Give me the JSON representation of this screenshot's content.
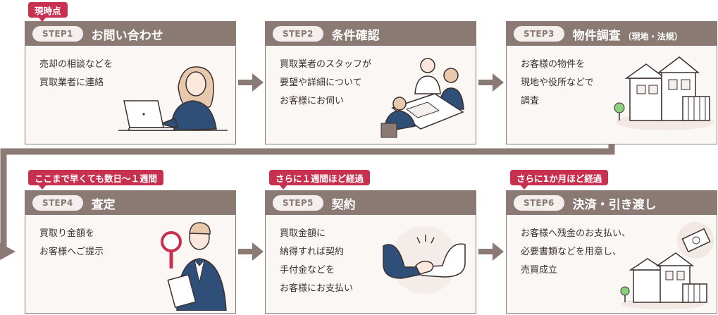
{
  "badges": {
    "current": "現時点",
    "step4": "ここまで早くても数日〜１週間",
    "step5": "さらに１週間ほど経過",
    "step6": "さらに1か月ほど経過"
  },
  "steps": [
    {
      "label": "STEP1",
      "title": "お問い合わせ",
      "subtitle": "",
      "text": "売却の相談などを\n買取業者に連絡"
    },
    {
      "label": "STEP2",
      "title": "条件確認",
      "subtitle": "",
      "text": "買取業者のスタッフが\n要望や詳細について\nお客様にお伺い"
    },
    {
      "label": "STEP3",
      "title": "物件調査",
      "subtitle": "（現地・法規）",
      "text": "お客様の物件を\n現地や役所などで\n調査"
    },
    {
      "label": "STEP4",
      "title": "査定",
      "subtitle": "",
      "text": "買取り金額を\nお客様へご提示"
    },
    {
      "label": "STEP5",
      "title": "契約",
      "subtitle": "",
      "text": "買取金額に\n納得すれば契約\n手付金などを\nお客様にお支払い"
    },
    {
      "label": "STEP6",
      "title": "決済・引き渡し",
      "subtitle": "",
      "text": "お客様へ残金のお支払い、\n必要書類などを用意し、\n売買成立"
    }
  ],
  "colors": {
    "header": "#8a7a73",
    "badge": "#c8304f",
    "arrow": "#8a7a73",
    "card_bg": "#fbf7f5"
  },
  "icons": [
    "person-laptop-icon",
    "meeting-icon",
    "house-icon",
    "magnifier-person-icon",
    "handshake-icon",
    "house-money-icon"
  ]
}
